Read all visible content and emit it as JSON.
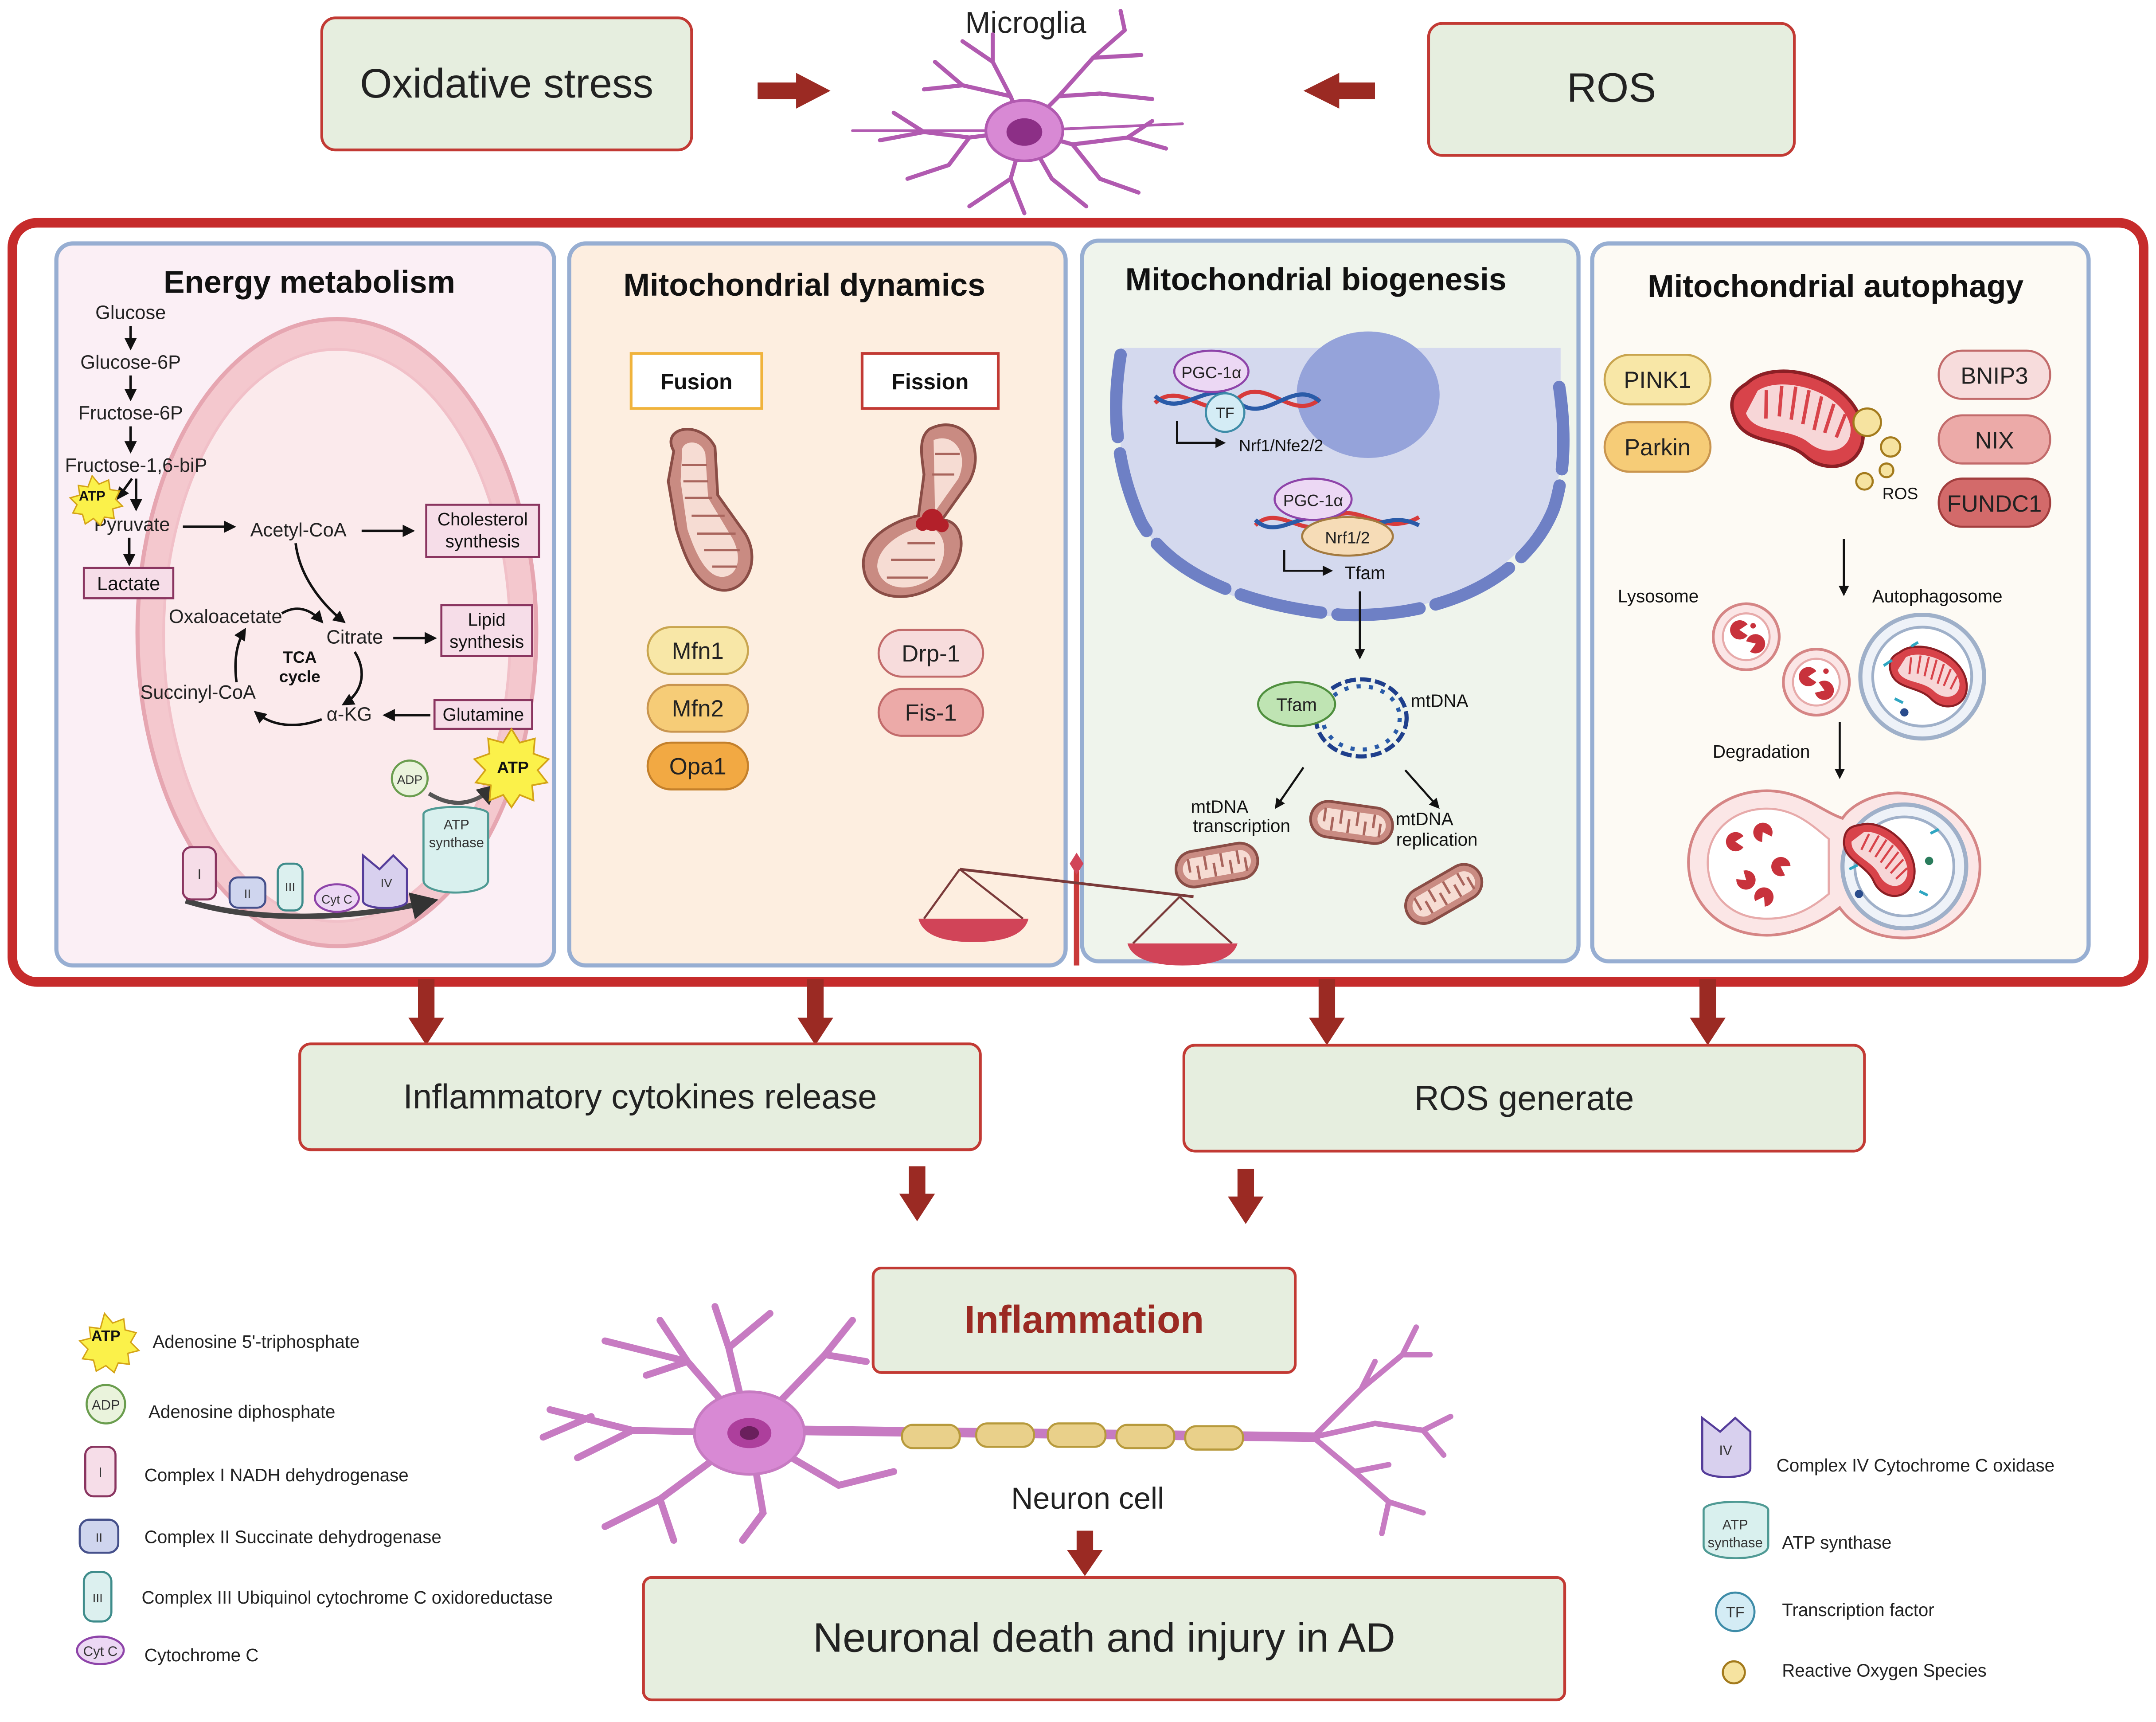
{
  "top": {
    "oxidative_stress": "Oxidative stress",
    "microglia": "Microglia",
    "ros": "ROS"
  },
  "panels": {
    "energy": {
      "title": "Energy metabolism",
      "glucose": "Glucose",
      "glucose6p": "Glucose-6P",
      "fructose6p": "Fructose-6P",
      "fructose16bip": "Fructose-1,6-biP",
      "atp": "ATP",
      "pyruvate": "Pyruvate",
      "lactate": "Lactate",
      "acetylcoa": "Acetyl-CoA",
      "cholesterol1": "Cholesterol",
      "cholesterol2": "synthesis",
      "oxaloacetate": "Oxaloacetate",
      "citrate": "Citrate",
      "lipid1": "Lipid",
      "lipid2": "synthesis",
      "tca1": "TCA",
      "tca2": "cycle",
      "succinylcoa": "Succinyl-CoA",
      "akg": "α-KG",
      "glutamine": "Glutamine",
      "adp": "ADP",
      "atp2": "ATP",
      "atp_synthase1": "ATP",
      "atp_synthase2": "synthase",
      "c1": "I",
      "c2": "II",
      "c3": "III",
      "cytc": "Cyt C",
      "c4": "IV"
    },
    "dynamics": {
      "title": "Mitochondrial dynamics",
      "fusion": "Fusion",
      "fission": "Fission",
      "mfn1": "Mfn1",
      "mfn2": "Mfn2",
      "opa1": "Opa1",
      "drp1": "Drp-1",
      "fis1": "Fis-1"
    },
    "biogenesis": {
      "title": "Mitochondrial biogenesis",
      "pgc1": "PGC-1α",
      "tf": "TF",
      "nrf_nfe": "Nrf1/Nfe2/2",
      "pgc2": "PGC-1α",
      "nrf12": "Nrf1/2",
      "tfam_label": "Tfam",
      "tfam_blob": "Tfam",
      "mtdna": "mtDNA",
      "transcription1": "mtDNA",
      "transcription2": "transcription",
      "replication1": "mtDNA",
      "replication2": "replication"
    },
    "autophagy": {
      "title": "Mitochondrial autophagy",
      "pink1": "PINK1",
      "parkin": "Parkin",
      "bnip3": "BNIP3",
      "nix": "NIX",
      "fundc1": "FUNDC1",
      "ros": "ROS",
      "lysosome": "Lysosome",
      "autophagosome": "Autophagosome",
      "degradation": "Degradation"
    }
  },
  "outcomes": {
    "cytokines": "Inflammatory cytokines release",
    "ros_generate": "ROS generate",
    "inflammation": "Inflammation",
    "neuron_cell": "Neuron cell",
    "neuronal_death": "Neuronal death and injury in AD"
  },
  "legend_left": [
    {
      "icon_text": "ATP",
      "label": "Adenosine 5'-triphosphate"
    },
    {
      "icon_text": "ADP",
      "label": "Adenosine diphosphate"
    },
    {
      "icon_text": "I",
      "label": "Complex I NADH dehydrogenase"
    },
    {
      "icon_text": "II",
      "label": "Complex II Succinate dehydrogenase"
    },
    {
      "icon_text": "III",
      "label": "Complex III Ubiquinol cytochrome C oxidoreductase"
    },
    {
      "icon_text": "Cyt C",
      "label": "Cytochrome C"
    }
  ],
  "legend_right": [
    {
      "icon_text": "IV",
      "label": "Complex IV Cytochrome C oxidase"
    },
    {
      "icon_text1": "ATP",
      "icon_text2": "synthase",
      "label": "ATP synthase"
    },
    {
      "icon_text": "TF",
      "label": "Transcription factor"
    },
    {
      "icon_text": "",
      "label": "Reactive Oxygen Species"
    }
  ],
  "colors": {
    "arrow": "#9b2a23",
    "box_fill": "#e6eedf",
    "box_border": "#c23a34",
    "main_border": "#c62b2b",
    "panel_border": "#97aed2",
    "energy_bg": "#fbeff5",
    "dynamics_bg": "#fdeee0",
    "biogenesis_bg": "#eff4ec",
    "autophagy_bg": "#fdfaf4",
    "inflammation_text": "#9b2a23"
  }
}
